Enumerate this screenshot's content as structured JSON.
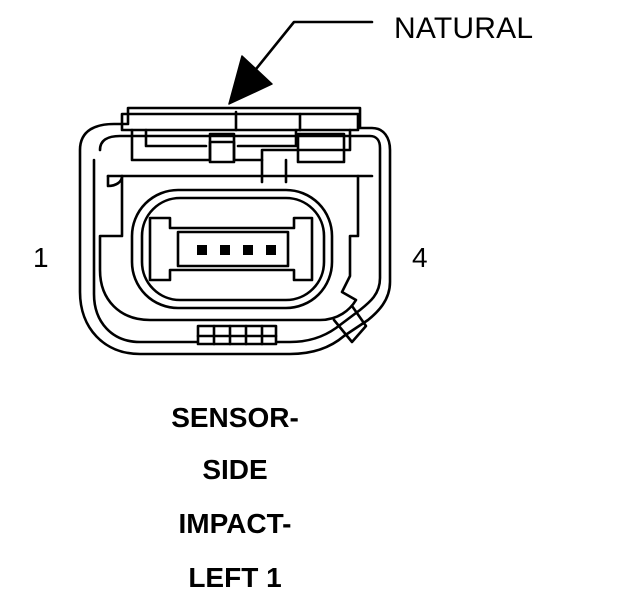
{
  "diagram": {
    "callout_label": "NATURAL",
    "pin_left_label": "1",
    "pin_right_label": "4",
    "title_lines": [
      "SENSOR-",
      "SIDE",
      "IMPACT-",
      "LEFT 1"
    ]
  },
  "colors": {
    "ink": "#000000",
    "paper": "#ffffff"
  }
}
